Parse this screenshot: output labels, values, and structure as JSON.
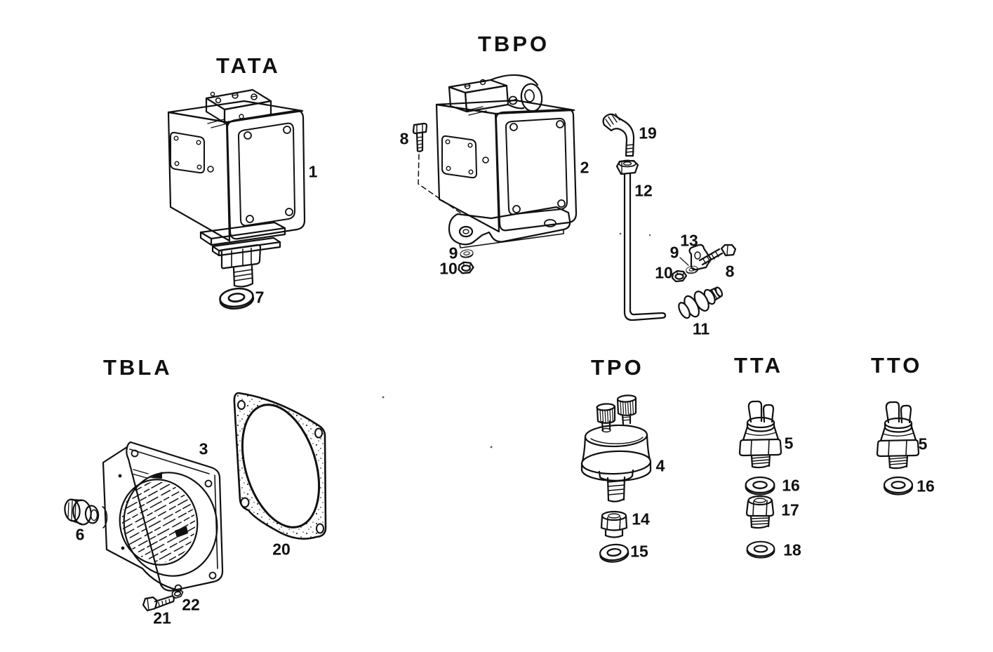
{
  "sections": {
    "tata": {
      "title": "TATA"
    },
    "tbpo": {
      "title": "TBPO"
    },
    "tbla": {
      "title": "TBLA"
    },
    "tpo": {
      "title": "TPO"
    },
    "tta": {
      "title": "TTA"
    },
    "tto": {
      "title": "TTO"
    }
  },
  "parts": {
    "tata": {
      "device": "1",
      "washer": "7"
    },
    "tbpo": {
      "bolt_left": "8",
      "device": "2",
      "washer_left": "9",
      "nut_left": "10",
      "elbow": "19",
      "pipe": "12",
      "clamp": "13",
      "washer_right": "9",
      "nut_right": "10",
      "bolt_right": "8",
      "union": "11"
    },
    "tbla": {
      "lamp": "3",
      "plug": "6",
      "gasket": "20",
      "bolt": "21",
      "nut": "22"
    },
    "tpo": {
      "sender": "4",
      "adapter": "14",
      "washer": "15"
    },
    "tta": {
      "switch": "5",
      "washer_top": "16",
      "adapter": "17",
      "washer_bottom": "18"
    },
    "tto": {
      "switch": "5",
      "washer": "16"
    }
  }
}
